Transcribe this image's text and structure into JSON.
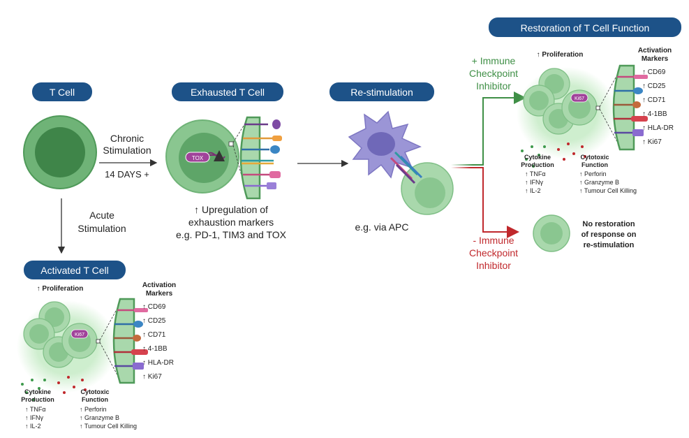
{
  "sections": {
    "t_cell": "T Cell",
    "exhausted": "Exhausted T Cell",
    "restim": "Re-stimulation",
    "restoration": "Restoration of T Cell Function",
    "activated": "Activated T Cell"
  },
  "arrows": {
    "chronic_1": "Chronic",
    "chronic_2": "Stimulation",
    "days": "14 DAYS +",
    "acute_1": "Acute",
    "acute_2": "Stimulation",
    "plus_1": "+ Immune",
    "plus_2": "Checkpoint",
    "plus_3": "Inhibitor",
    "minus_1": "- Immune",
    "minus_2": "Checkpoint",
    "minus_3": "Inhibitor"
  },
  "exhausted": {
    "tox": "TOX",
    "cap_1": "↑ Upregulation of",
    "cap_2": "exhaustion markers",
    "cap_3": "e.g. PD-1, TIM3 and TOX"
  },
  "restim": {
    "caption": "e.g. via APC"
  },
  "panel": {
    "proliferation": "↑ Proliferation",
    "markers_title_1": "Activation",
    "markers_title_2": "Markers",
    "markers": [
      "↑ CD69",
      "↑ CD25",
      "↑ CD71",
      "↑ 4-1BB",
      "↑ HLA-DR",
      "↑ Ki67"
    ],
    "ki67": "Ki67",
    "cytokine_title_1": "Cytokine",
    "cytokine_title_2": "Production",
    "cytokines": [
      "↑ TNFα",
      "↑ IFNγ",
      "↑ IL-2"
    ],
    "cytotoxic_title_1": "Cytotoxic",
    "cytotoxic_title_2": "Function",
    "cytotoxic": [
      "↑ Perforin",
      "↑ Granzyme B",
      "↑ Tumour Cell Killing"
    ]
  },
  "no_restore": {
    "line_1": "No restoration",
    "line_2": "of response on",
    "line_3": "re-stimulation"
  },
  "colors": {
    "pill": "#1d5288",
    "cell_fill": "#9fd1a4",
    "cell_dark": "#5ea568",
    "green_arrow": "#3f8f46",
    "red_arrow": "#c0282c",
    "ki67_purple": "#a0439a",
    "apc_purple": "#9b95d6"
  }
}
